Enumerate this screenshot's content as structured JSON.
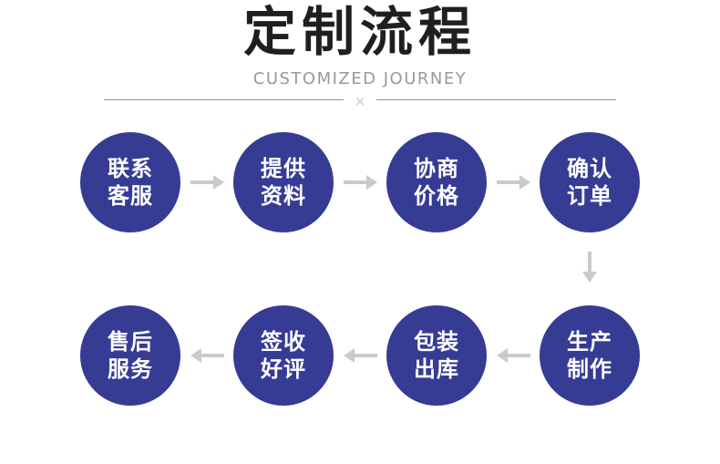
{
  "header": {
    "title": "定制流程",
    "subtitle": "CUSTOMIZED JOURNEY",
    "divider_mark": "×"
  },
  "colors": {
    "circle_fill": "#363c94",
    "circle_text": "#ffffff",
    "arrow": "#c9cacc",
    "title_text": "#1f1f1f",
    "subtitle_text": "#999999",
    "divider_line": "#9a9a9a"
  },
  "flow": {
    "row1": [
      {
        "line1": "联系",
        "line2": "客服"
      },
      {
        "line1": "提供",
        "line2": "资料"
      },
      {
        "line1": "协商",
        "line2": "价格"
      },
      {
        "line1": "确认",
        "line2": "订单"
      }
    ],
    "row2": [
      {
        "line1": "售后",
        "line2": "服务"
      },
      {
        "line1": "签收",
        "line2": "好评"
      },
      {
        "line1": "包装",
        "line2": "出库"
      },
      {
        "line1": "生产",
        "line2": "制作"
      }
    ]
  }
}
